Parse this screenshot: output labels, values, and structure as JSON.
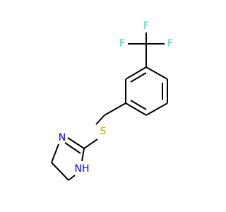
{
  "molecule": {
    "atoms": {
      "F_top": "F",
      "F_left": "F",
      "F_right": "F",
      "S": "S",
      "N_ring": "N",
      "NH": "NH"
    },
    "colors": {
      "bond": "#000000",
      "F": "#33cccc",
      "S": "#b2b200",
      "N": "#0000ff"
    }
  }
}
